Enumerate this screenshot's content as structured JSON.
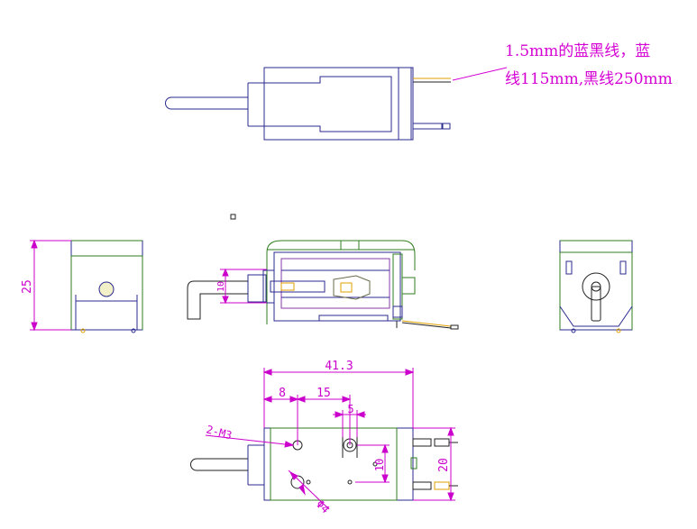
{
  "annotation": {
    "line1": "1.5mm的蓝黑线，蓝",
    "line2": "线115mm,黑线250mm"
  },
  "dimensions": {
    "height_left": "25",
    "plunger_offset": "10",
    "overall_length": "41.3",
    "hole_offset_a": "8",
    "hole_offset_b": "15",
    "hole_offset_c": "5",
    "mount_thread": "2-M3",
    "height_mid": "10",
    "width_right": "20",
    "hole_diameter": "Φ4"
  },
  "colors": {
    "outline": "#2a2a8f",
    "green": "#2e7d1e",
    "dimension": "#cc00cc",
    "wire_yellow": "#e0a000",
    "annotation": "#d400d4"
  }
}
